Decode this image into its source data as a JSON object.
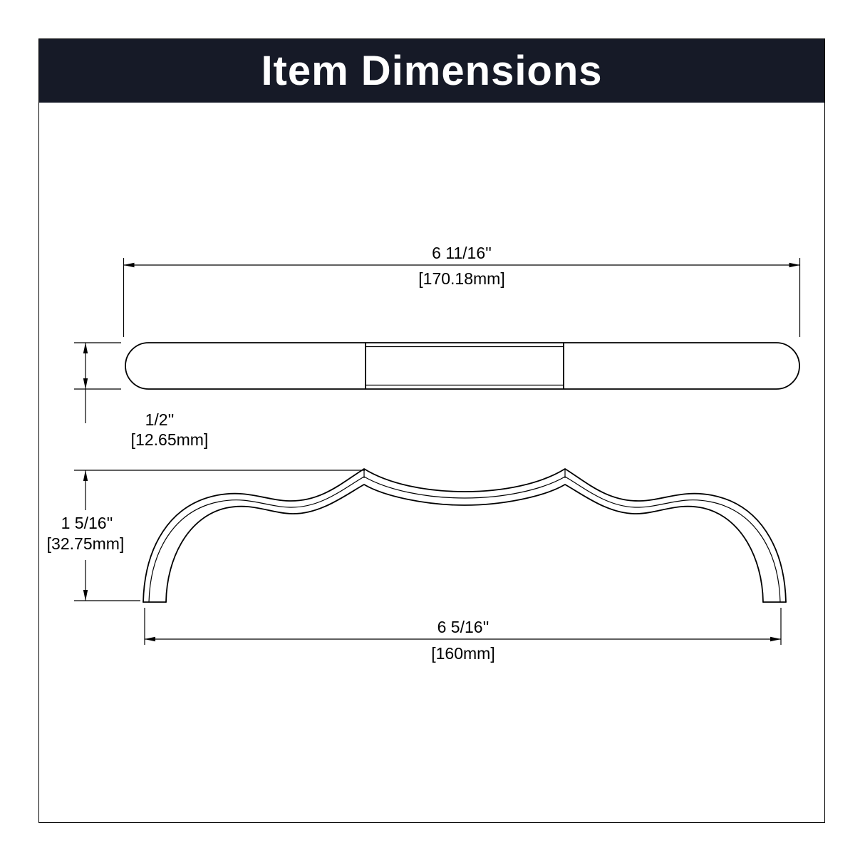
{
  "header": {
    "title": "Item Dimensions",
    "bg_color": "#161a27",
    "text_color": "#ffffff"
  },
  "diagram": {
    "line_color": "#000000",
    "top_view": {
      "description": "handle plan view (top)",
      "width_dim": {
        "inches": "6 11/16''",
        "mm": "[170.18mm]"
      },
      "thickness_dim": {
        "inches": "1/2''",
        "mm": "[12.65mm]"
      }
    },
    "front_view": {
      "description": "handle front elevation view",
      "height_dim": {
        "inches": "1 5/16''",
        "mm": "[32.75mm]"
      },
      "width_dim": {
        "inches": "6 5/16''",
        "mm": "[160mm]"
      }
    }
  }
}
